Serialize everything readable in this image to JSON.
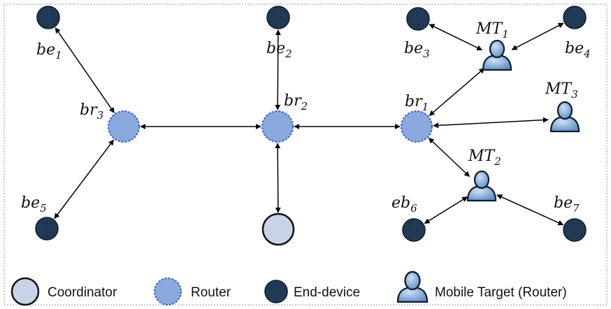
{
  "colors": {
    "coordinator_fill": "#c9d3e8",
    "router_fill": "#8aa9dc",
    "router_stroke": "#3a5fd0",
    "end_device_fill": "#1e3550",
    "mobile_fill": "#8fb3dc",
    "edge": "#000000",
    "frame": "#9a9a9a"
  },
  "nodes": {
    "br3": {
      "base": "br",
      "sub": "3",
      "kind": "router"
    },
    "br2": {
      "base": "br",
      "sub": "2",
      "kind": "router"
    },
    "br1": {
      "base": "br",
      "sub": "1",
      "kind": "router"
    },
    "coordinator": {
      "kind": "coordinator"
    },
    "be1": {
      "base": "be",
      "sub": "1",
      "kind": "end-device"
    },
    "be2": {
      "base": "be",
      "sub": "2",
      "kind": "end-device"
    },
    "be3": {
      "base": "be",
      "sub": "3",
      "kind": "end-device"
    },
    "be4": {
      "base": "be",
      "sub": "4",
      "kind": "end-device"
    },
    "be5": {
      "base": "be",
      "sub": "5",
      "kind": "end-device"
    },
    "eb6": {
      "base": "eb",
      "sub": "6",
      "kind": "end-device"
    },
    "be7": {
      "base": "be",
      "sub": "7",
      "kind": "end-device"
    },
    "MT1": {
      "base": "MT",
      "sub": "1",
      "kind": "mobile-target"
    },
    "MT2": {
      "base": "MT",
      "sub": "2",
      "kind": "mobile-target"
    },
    "MT3": {
      "base": "MT",
      "sub": "3",
      "kind": "mobile-target"
    }
  },
  "edges": [
    [
      "br3",
      "br2"
    ],
    [
      "br2",
      "br1"
    ],
    [
      "br2",
      "be2"
    ],
    [
      "br2",
      "coordinator"
    ],
    [
      "br3",
      "be1"
    ],
    [
      "br3",
      "be5"
    ],
    [
      "br1",
      "MT1"
    ],
    [
      "br1",
      "MT3"
    ],
    [
      "br1",
      "MT2"
    ],
    [
      "MT1",
      "be3"
    ],
    [
      "MT1",
      "be4"
    ],
    [
      "MT2",
      "eb6"
    ],
    [
      "MT2",
      "be7"
    ]
  ],
  "legend": {
    "coordinator": "Coordinator",
    "router": "Router",
    "end_device": "End-device",
    "mobile_target": "Mobile Target (Router)"
  }
}
